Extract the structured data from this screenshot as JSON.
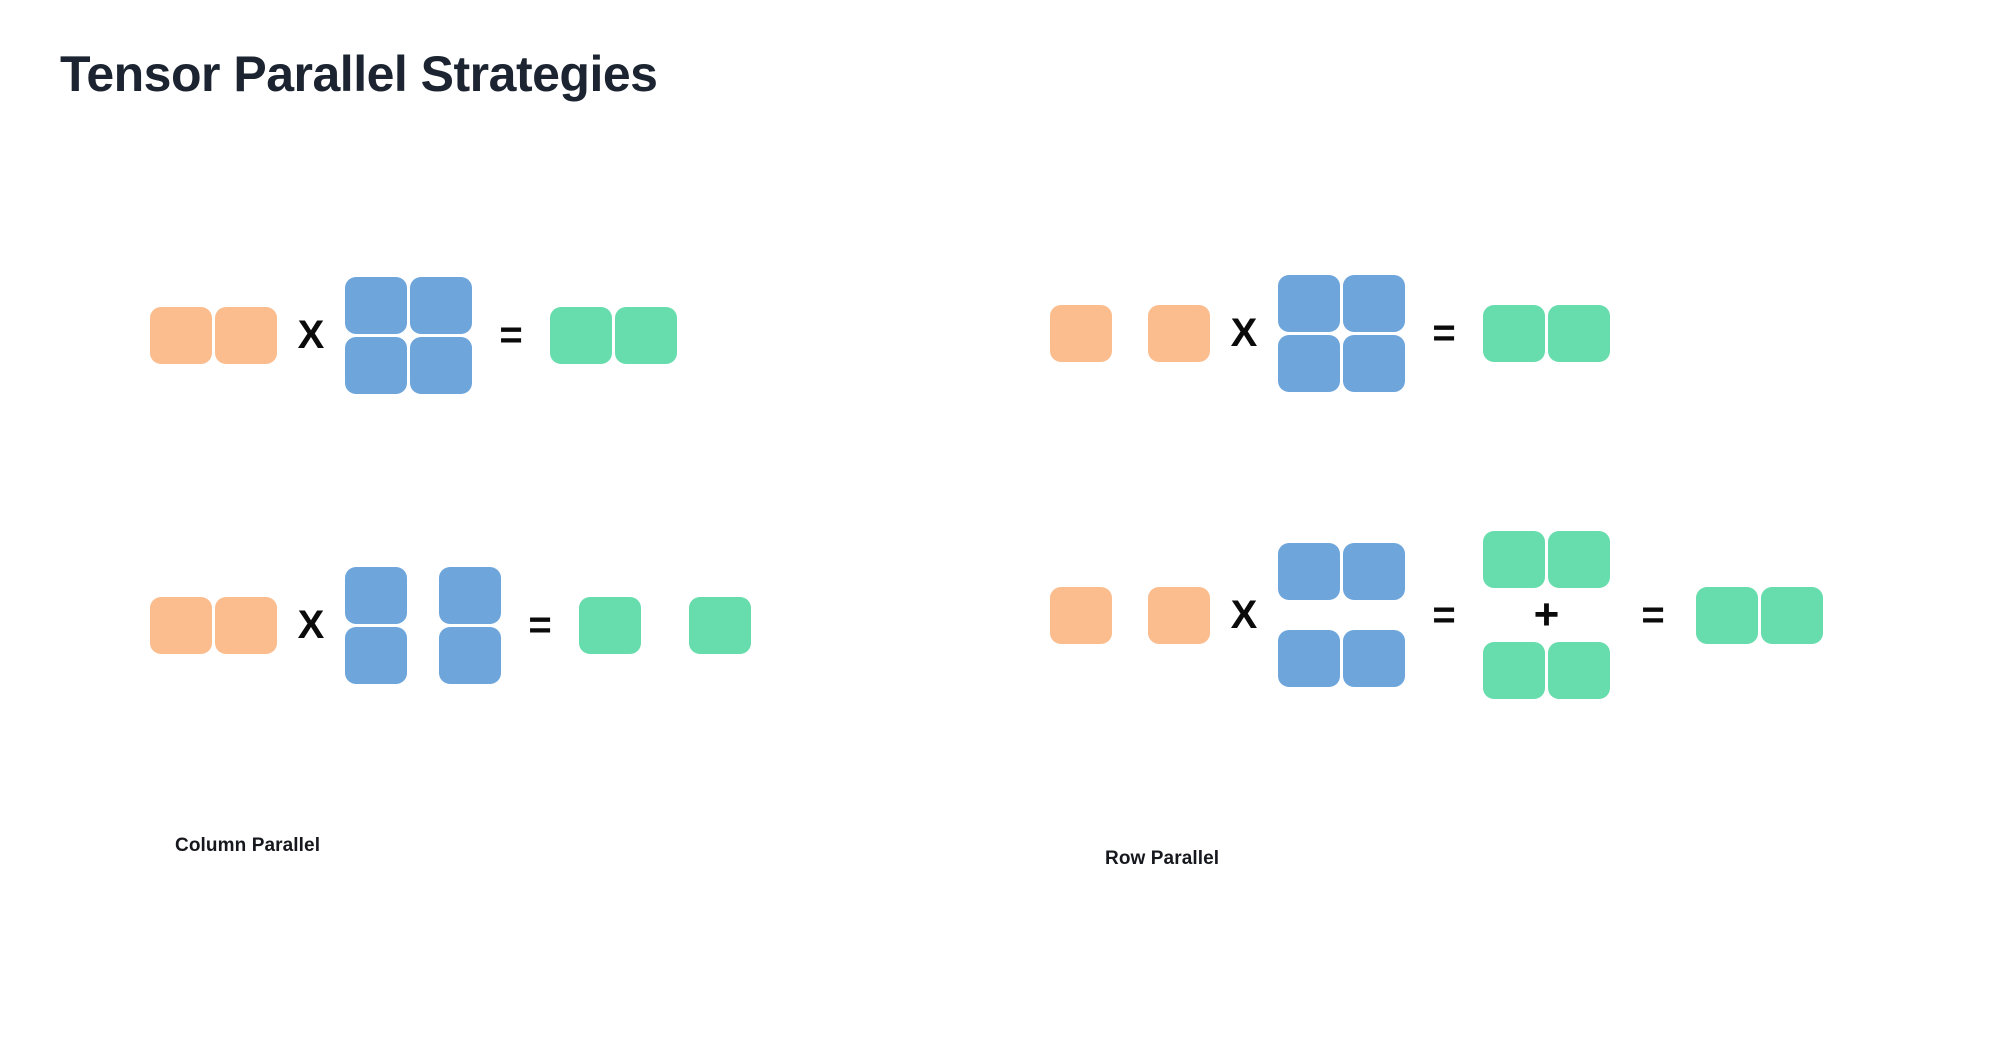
{
  "title": "Tensor Parallel Strategies",
  "palette": {
    "background": "#ffffff",
    "title_color": "#1b2430",
    "caption_color": "#16181d",
    "operator_color": "#0b0b0b",
    "input_activation": "#fbbd8e",
    "weight_matrix": "#6ea5db",
    "output_activation": "#67dcac"
  },
  "operators": {
    "multiply": "X",
    "equals": "=",
    "plus": "+"
  },
  "panels": [
    {
      "id": "top-left",
      "caption": "",
      "description": "Unsharded matmul: input row times full weight matrix equals output row",
      "terms": [
        {
          "kind": "matrix",
          "color": "input_activation",
          "rows": 1,
          "cols": 2,
          "split": "none"
        },
        {
          "kind": "operator",
          "symbol": "X"
        },
        {
          "kind": "matrix",
          "color": "weight_matrix",
          "rows": 2,
          "cols": 2,
          "split": "none"
        },
        {
          "kind": "operator",
          "symbol": "="
        },
        {
          "kind": "matrix",
          "color": "output_activation",
          "rows": 1,
          "cols": 2,
          "split": "none"
        }
      ]
    },
    {
      "id": "top-right",
      "caption": "",
      "description": "Unsharded matmul with partitioned input row times full weight matrix equals output row",
      "terms": [
        {
          "kind": "matrix",
          "color": "input_activation",
          "rows": 1,
          "cols": 2,
          "split": "column"
        },
        {
          "kind": "operator",
          "symbol": "X"
        },
        {
          "kind": "matrix",
          "color": "weight_matrix",
          "rows": 2,
          "cols": 2,
          "split": "none"
        },
        {
          "kind": "operator",
          "symbol": "="
        },
        {
          "kind": "matrix",
          "color": "output_activation",
          "rows": 1,
          "cols": 2,
          "split": "none"
        }
      ]
    },
    {
      "id": "bottom-left",
      "caption": "Column Parallel",
      "description": "Weight matrix sharded along columns, output activations sharded along columns",
      "terms": [
        {
          "kind": "matrix",
          "color": "input_activation",
          "rows": 1,
          "cols": 2,
          "split": "none"
        },
        {
          "kind": "operator",
          "symbol": "X"
        },
        {
          "kind": "matrix",
          "color": "weight_matrix",
          "rows": 2,
          "cols": 2,
          "split": "column"
        },
        {
          "kind": "operator",
          "symbol": "="
        },
        {
          "kind": "matrix",
          "color": "output_activation",
          "rows": 1,
          "cols": 2,
          "split": "column"
        }
      ]
    },
    {
      "id": "bottom-right",
      "caption": "Row Parallel",
      "description": "Weight matrix sharded along rows, partial outputs summed via all-reduce into the full output",
      "terms": [
        {
          "kind": "matrix",
          "color": "input_activation",
          "rows": 1,
          "cols": 2,
          "split": "column"
        },
        {
          "kind": "operator",
          "symbol": "X"
        },
        {
          "kind": "matrix",
          "color": "weight_matrix",
          "rows": 2,
          "cols": 2,
          "split": "row"
        },
        {
          "kind": "operator",
          "symbol": "="
        },
        {
          "kind": "partial-sum",
          "color": "output_activation",
          "parts": 2,
          "operator": "+"
        },
        {
          "kind": "operator",
          "symbol": "="
        },
        {
          "kind": "matrix",
          "color": "output_activation",
          "rows": 1,
          "cols": 2,
          "split": "none"
        }
      ]
    }
  ]
}
